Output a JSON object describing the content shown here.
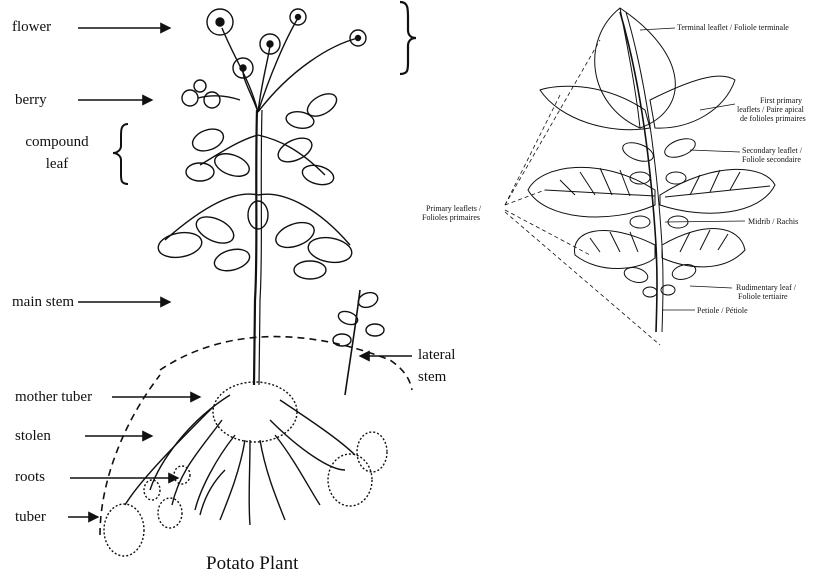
{
  "plant": {
    "title": "Potato Plant",
    "labels": {
      "flower": "flower",
      "berry": "berry",
      "compound_leaf_1": "compound",
      "compound_leaf_2": "leaf",
      "main_stem": "main stem",
      "lateral_stem_1": "lateral",
      "lateral_stem_2": "stem",
      "mother_tuber": "mother tuber",
      "stolen": "stolen",
      "roots": "roots",
      "tuber": "tuber"
    }
  },
  "leaf": {
    "labels": {
      "terminal": "Terminal leaflet / Foliole terminale",
      "first_primary_1": "First primary",
      "first_primary_2": "leaflets / Paire apical",
      "first_primary_3": "de folioles primaires",
      "secondary_1": "Secondary leaflet /",
      "secondary_2": "Foliole secondaire",
      "primary_1": "Primary leaflets /",
      "primary_2": "Folioles primaires",
      "midrib": "Midrib / Rachis",
      "rudimentary_1": "Rudimentary leaf /",
      "rudimentary_2": "Foliole tertiaire",
      "petiole": "Petiole / Pétiole"
    }
  }
}
